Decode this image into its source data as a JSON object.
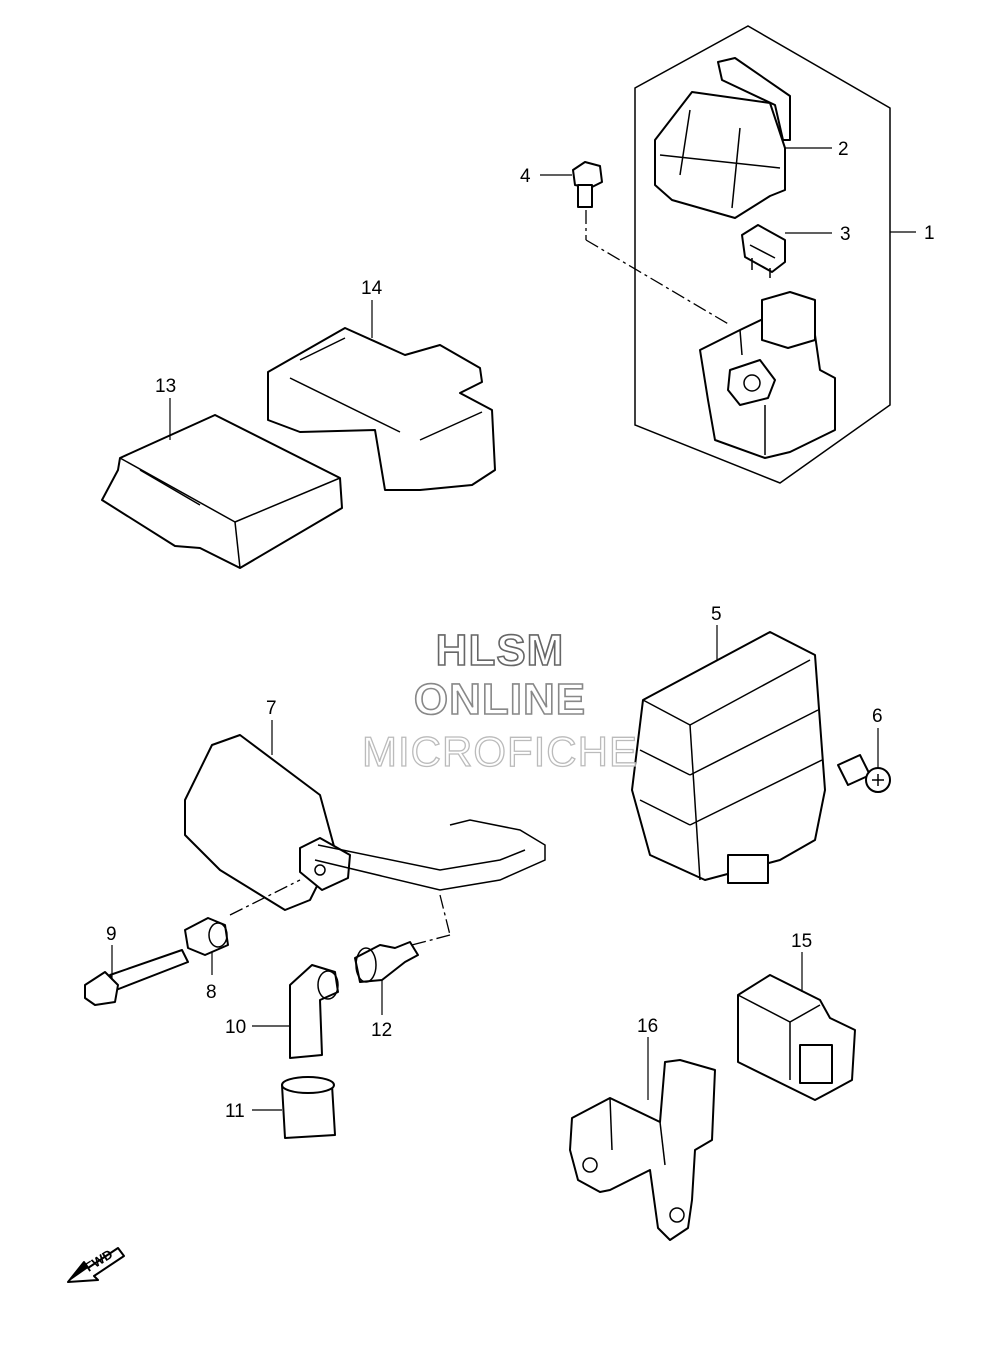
{
  "watermark": {
    "line1": "HLSM",
    "line2": "ONLINE",
    "line3": "MICROFICHE"
  },
  "fwd_label": "FWD",
  "callouts": {
    "c1": "1",
    "c2": "2",
    "c3": "3",
    "c4": "4",
    "c5": "5",
    "c6": "6",
    "c7": "7",
    "c8": "8",
    "c9": "9",
    "c10": "10",
    "c11": "11",
    "c12": "12",
    "c13": "13",
    "c14": "14",
    "c15": "15",
    "c16": "16"
  },
  "icons": {
    "direction": "fwd-arrow-icon"
  }
}
